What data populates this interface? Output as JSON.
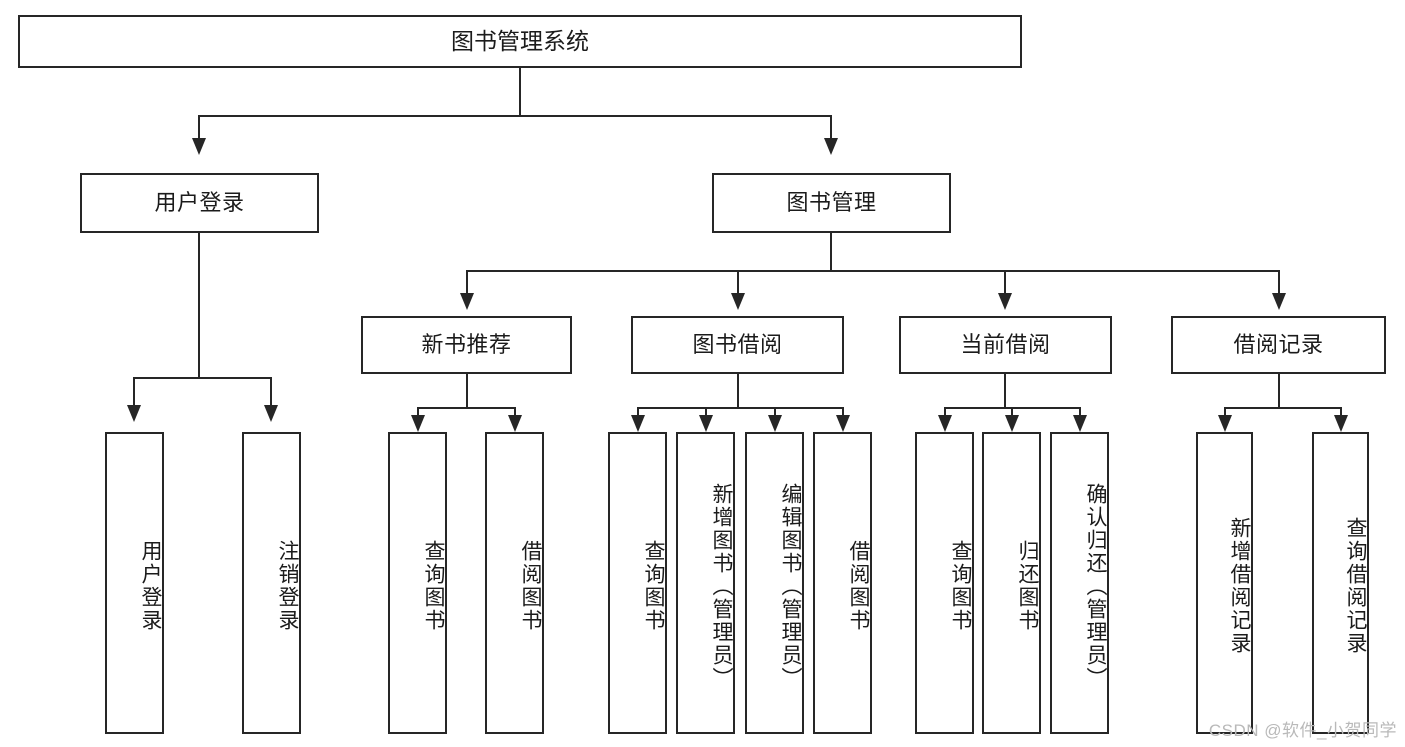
{
  "diagram": {
    "title": "图书管理系统",
    "type": "hierarchy-tree",
    "root": {
      "label": "图书管理系统"
    },
    "level2": [
      {
        "label": "用户登录"
      },
      {
        "label": "图书管理"
      }
    ],
    "level3": [
      {
        "label": "新书推荐"
      },
      {
        "label": "图书借阅"
      },
      {
        "label": "当前借阅"
      },
      {
        "label": "借阅记录"
      }
    ],
    "leaves": {
      "user_login": [
        {
          "label": "用户登录"
        },
        {
          "label": "注销登录"
        }
      ],
      "new_book_recommend": [
        {
          "label": "查询图书"
        },
        {
          "label": "借阅图书"
        }
      ],
      "book_borrow": [
        {
          "label": "查询图书"
        },
        {
          "label": "新增图书（管理员）"
        },
        {
          "label": "编辑图书（管理员）"
        },
        {
          "label": "借阅图书"
        }
      ],
      "current_borrow": [
        {
          "label": "查询图书"
        },
        {
          "label": "归还图书"
        },
        {
          "label": "确认归还（管理员）"
        }
      ],
      "borrow_record": [
        {
          "label": "新增借阅记录"
        },
        {
          "label": "查询借阅记录"
        }
      ]
    }
  },
  "watermark": {
    "text": "CSDN @软件_小贺同学"
  },
  "colors": {
    "line": "#262626",
    "box_fill": "#ffffff",
    "text": "#1b1b1b",
    "watermark": "#b9b9b9"
  }
}
